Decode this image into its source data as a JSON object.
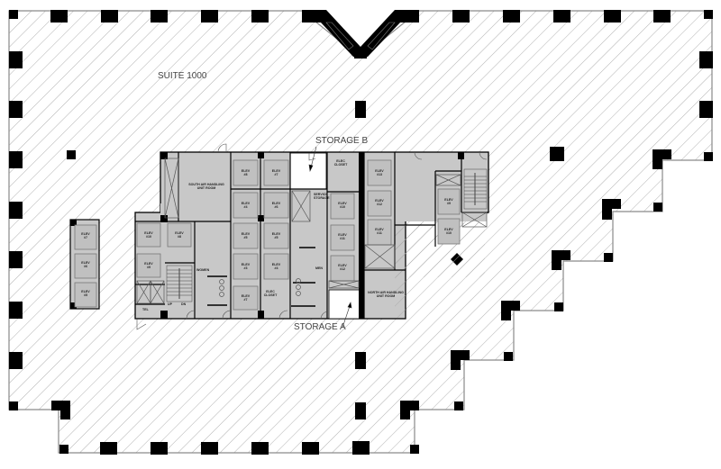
{
  "plan": {
    "suite_label": "SUITE 1000",
    "storage_a_label": "STORAGE A",
    "storage_b_label": "STORAGE B",
    "rooms": {
      "south_ahu": "SOUTH AIR HANDLING UNIT ROOM",
      "north_ahu": "NORTH AIR HANDLING UNIT ROOM",
      "women": "WOMEN",
      "men": "MEN",
      "elec_closet_top": "ELEC CLOSET",
      "elec_closet_bottom": "ELEC CLOSET",
      "service_storage": "SERVICE STORAGE",
      "tel": "TEL",
      "stair_up": "UP",
      "stair_dn": "DN"
    },
    "elevators": {
      "label": "ELEV",
      "west_bank": [
        "#7",
        "#6",
        "#5"
      ],
      "core_left": [
        "#10",
        "#9"
      ],
      "core_a": [
        "#8",
        "#4",
        "#5",
        "#3"
      ],
      "core_b": [
        "#7",
        "#6",
        "#4",
        "#7"
      ],
      "core_c": [
        "#10",
        "#11",
        "#12"
      ],
      "core_d": [
        "#13",
        "#12",
        "#11"
      ],
      "east_bank": [
        "#9",
        "#10"
      ]
    },
    "colors": {
      "hatch": "#9a9a9a",
      "core_fill": "#c8c8c8",
      "wall": "#000000",
      "outline": "#8a8a8a"
    }
  }
}
